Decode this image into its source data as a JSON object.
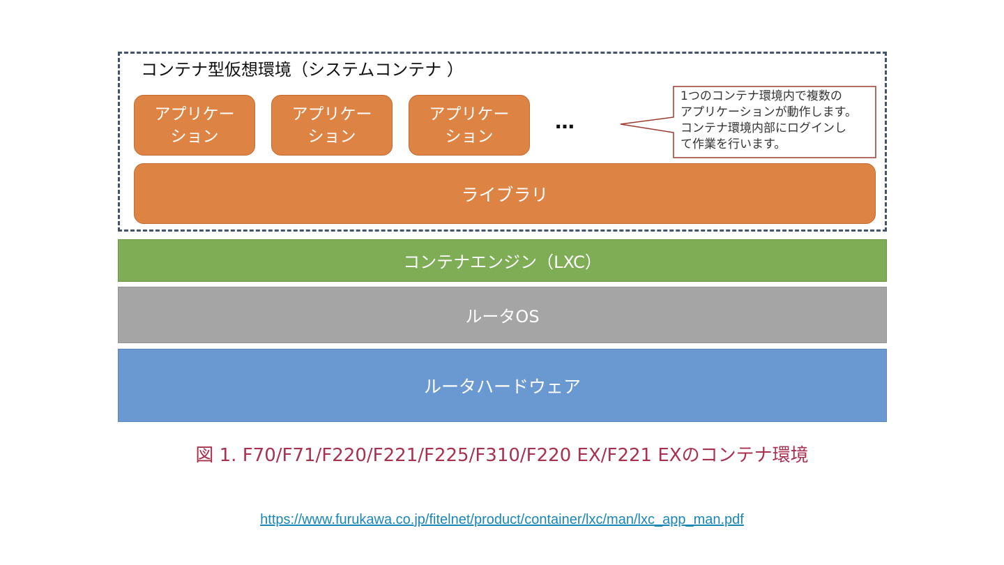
{
  "diagram": {
    "container_title": "コンテナ型仮想環境（システムコンテナ ）",
    "apps": [
      {
        "line1": "アプリケー",
        "line2": "ション"
      },
      {
        "line1": "アプリケー",
        "line2": "ション"
      },
      {
        "line1": "アプリケー",
        "line2": "ション"
      }
    ],
    "ellipsis": "…",
    "callout_lines": [
      "1つのコンテナ環境内で複数の",
      "アプリケーションが動作します。",
      "コンテナ環境内部にログインし",
      "て作業を行います。"
    ],
    "library": "ライブラリ",
    "engine": "コンテナエンジン（LXC）",
    "router_os": "ルータOS",
    "router_hw": "ルータハードウェア",
    "colors": {
      "orange": "#dd8344",
      "green": "#7ead56",
      "gray": "#a5a5a5",
      "blue": "#6a98d0",
      "dashed_border": "#44546a",
      "caption": "#a8314f",
      "link": "#1a86b8"
    }
  },
  "caption": "図 1. F70/F71/F220/F221/F225/F310/F220 EX/F221 EXのコンテナ環境",
  "source_link": "https://www.furukawa.co.jp/fitelnet/product/container/lxc/man/lxc_app_man.pdf"
}
